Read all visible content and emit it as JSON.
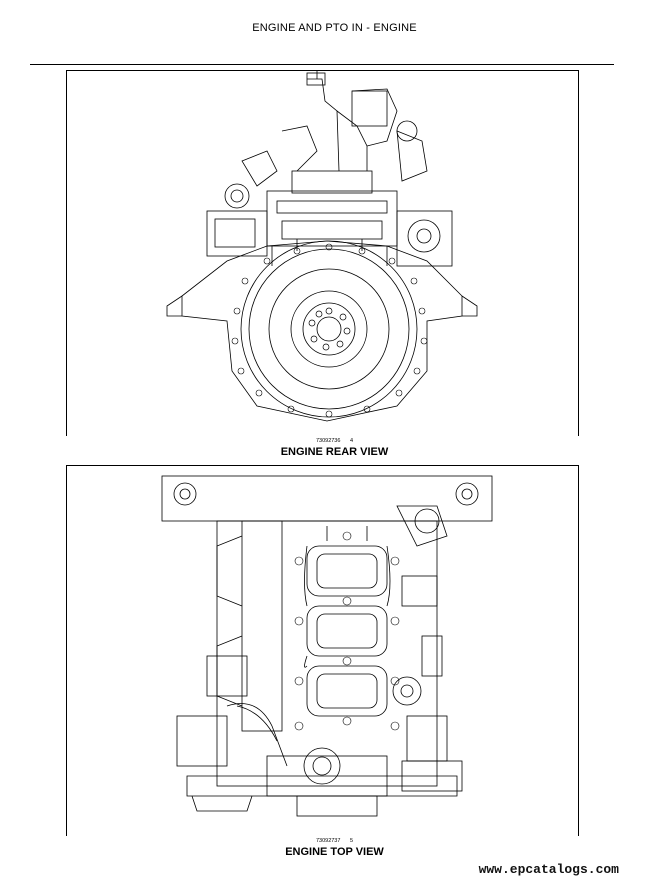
{
  "header": {
    "title": "ENGINE AND PTO IN - ENGINE"
  },
  "figures": [
    {
      "id": "73092736",
      "number": "4",
      "caption": "ENGINE REAR VIEW"
    },
    {
      "id": "73092737",
      "number": "5",
      "caption": "ENGINE TOP VIEW"
    }
  ],
  "watermark": "www.epcatalogs.com"
}
